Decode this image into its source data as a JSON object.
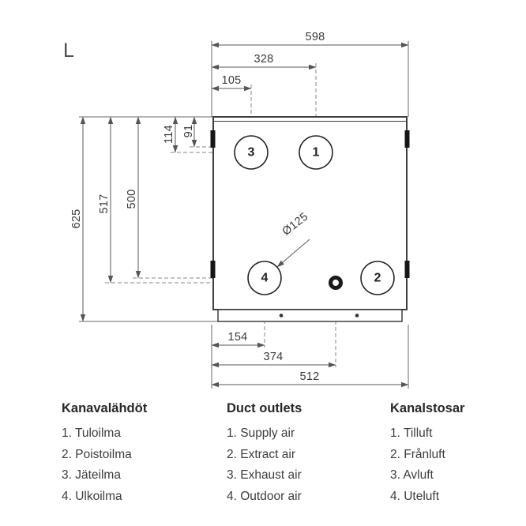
{
  "page": {
    "variant_label": "L"
  },
  "diagram": {
    "dims": {
      "total_width": "598",
      "supply_offset": "328",
      "exhaust_offset": "105",
      "port_center_depth": "114",
      "port_edge_depth": "91",
      "total_height": "625",
      "drain_height": "517",
      "port_row_height": "500",
      "duct_diameter": "Ø125",
      "outdoor_offset": "154",
      "drain_offset": "374",
      "base_width": "512"
    },
    "ports": {
      "p1": "1",
      "p2": "2",
      "p3": "3",
      "p4": "4"
    }
  },
  "legend": {
    "columns": [
      {
        "title": "Kanavalähdöt",
        "items": [
          "1. Tuloilma",
          "2. Poistoilma",
          "3. Jäteilma",
          "4. Ulkoilma"
        ]
      },
      {
        "title": "Duct outlets",
        "items": [
          "1. Supply air",
          "2. Extract air",
          "3. Exhaust air",
          "4. Outdoor air"
        ]
      },
      {
        "title": "Kanalstosar",
        "items": [
          "1. Tilluft",
          "2. Frånluft",
          "3. Avluft",
          "4. Uteluft"
        ]
      }
    ]
  }
}
